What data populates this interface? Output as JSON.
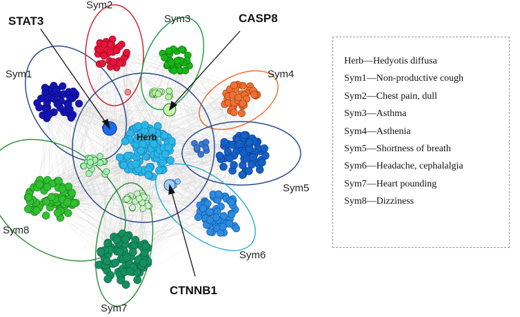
{
  "diagram": {
    "herb_label": "Herb",
    "symptom_labels": {
      "sym1": "Sym1",
      "sym2": "Sym2",
      "sym3": "Sym3",
      "sym4": "Sym4",
      "sym5": "Sym5",
      "sym6": "Sym6",
      "sym7": "Sym7",
      "sym8": "Sym8"
    },
    "gene_labels": {
      "stat3": "STAT3",
      "casp8": "CASP8",
      "ctnnb1": "CTNNB1"
    },
    "colors": {
      "herb": "#29b6e8",
      "sym1": "#1414b4",
      "sym2": "#e8143c",
      "sym3": "#18b418",
      "sym4": "#f07030",
      "sym5": "#1460c8",
      "sym6": "#2a8ce0",
      "sym7": "#149060",
      "sym8": "#30c030",
      "shared_sym1": "#3070d0",
      "shared_sym2": "#f08a8a",
      "shared_sym3": "#b8f0a0",
      "shared_sym5": "#3a78d0",
      "shared_sym6": "#90c8f0",
      "shared_sym7": "#c8f5c8",
      "shared_sym8": "#a0f0b0",
      "edge": "#c8c8c8"
    }
  },
  "legend": {
    "items": [
      "Herb—Hedyotis diffusa",
      "Sym1—Non-productive cough",
      "Sym2—Chest pain, dull",
      "Sym3—Asthma",
      "Sym4—Asthenia",
      "Sym5—Shortness of breath",
      "Sym6—Headache, cephalalgia",
      "Sym7—Heart pounding",
      "Sym8—Dizziness"
    ]
  }
}
